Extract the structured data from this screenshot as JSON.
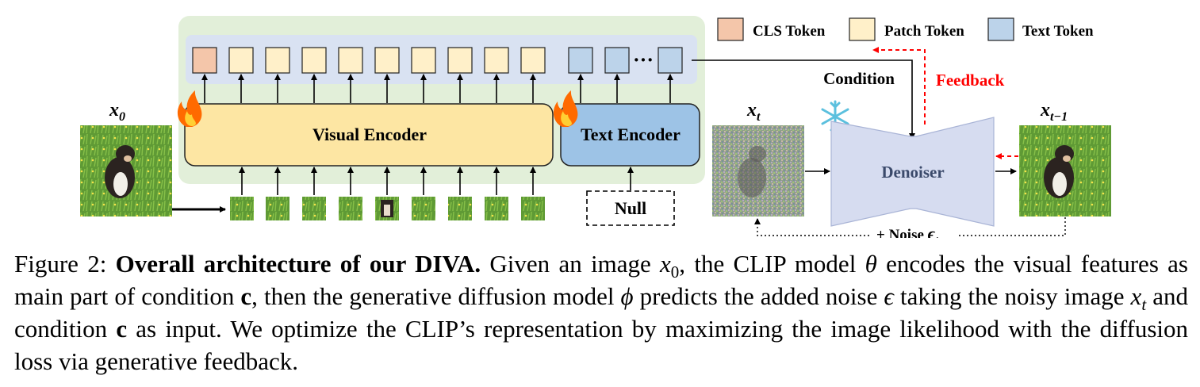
{
  "figure": {
    "legend": {
      "cls_label": "CLS Token",
      "patch_label": "Patch Token",
      "text_label": "Text Token"
    },
    "visual_encoder_label": "Visual Encoder",
    "text_encoder_label": "Text Encoder",
    "null_label": "Null",
    "ellipsis": "···",
    "condition_label": "Condition",
    "feedback_label": "Feedback",
    "denoiser_label": "Denoiser",
    "noise_label": "+ Noise",
    "math": {
      "x0": "x",
      "x0_sub": "0",
      "xt": "x",
      "xt_sub": "t",
      "xt1": "x",
      "xt1_sub": "t−1",
      "eps": "ϵ",
      "eps_sub": "t"
    },
    "colors": {
      "cls": "#f4c6aa",
      "patch": "#fff0c9",
      "text_token": "#bcd3ea",
      "encoder_panel": "#e2efd9",
      "token_band": "#d9e2f2",
      "visual_encoder": "#fde6a3",
      "text_encoder": "#9dc3e6",
      "denoiser": "#d6dcf0",
      "feedback": "#ff0000"
    }
  },
  "caption": {
    "fig_label": "Figure 2: ",
    "bold": "Overall architecture of our DIVA.",
    "p1": " Given an image ",
    "v_x": "x",
    "v_x0_sub": "0",
    "p2": ", the CLIP model ",
    "v_theta": "θ",
    "p3": " encodes the visual features as main part of condition ",
    "v_c1": "c",
    "p4": ", then the generative diffusion model ",
    "v_phi": "ϕ",
    "p5": " predicts the added noise ",
    "v_eps": "ϵ",
    "p6": " taking the noisy image ",
    "v_xt": "x",
    "v_xt_sub": "t",
    "p7": " and condition ",
    "v_c2": "c",
    "p8": " as input. We optimize the CLIP’s representation by maximizing the image likelihood with the diffusion loss via generative feedback."
  }
}
